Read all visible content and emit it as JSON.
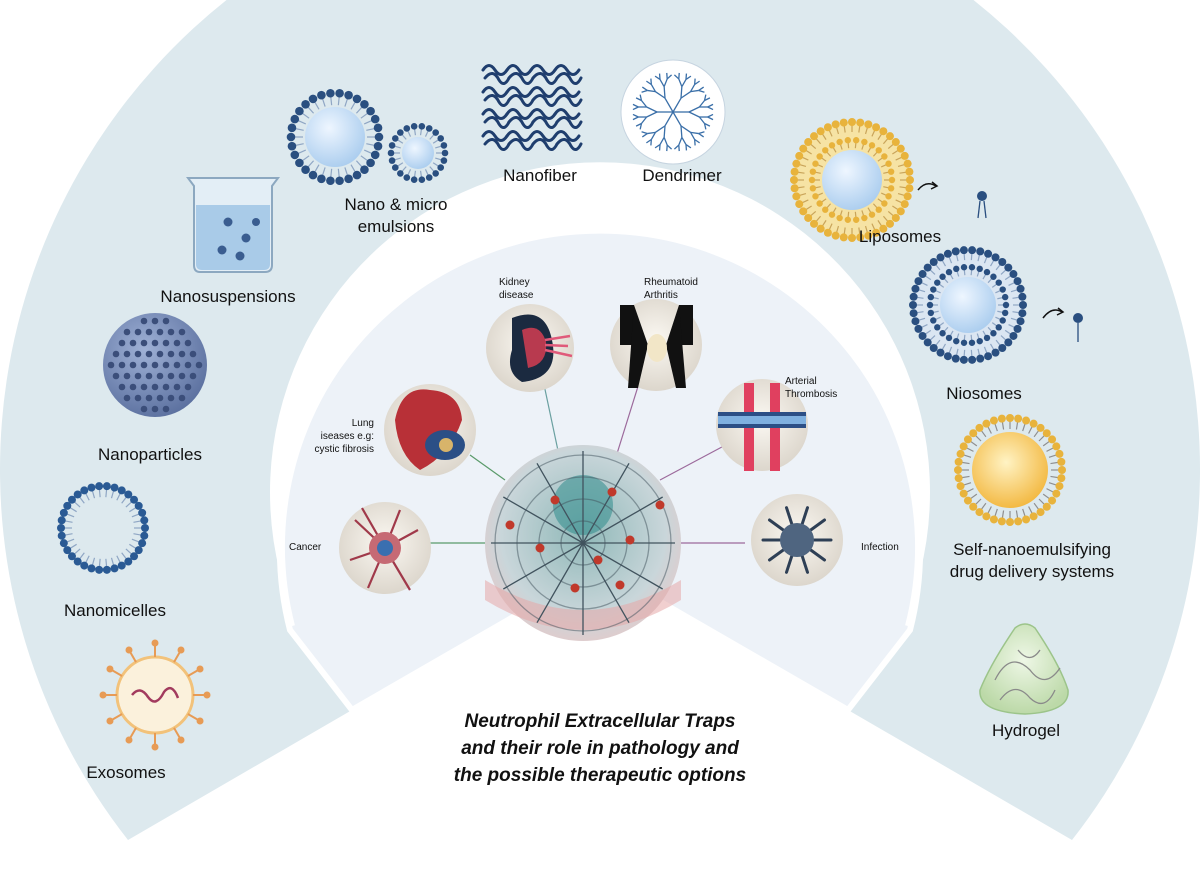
{
  "title_lines": [
    "Neutrophil Extracellular Traps",
    "and their role in pathology and",
    "the possible therapeutic options"
  ],
  "carriers": {
    "nano_micro_emulsions": [
      "Nano & micro",
      "emulsions"
    ],
    "nanofiber": "Nanofiber",
    "dendrimer": "Dendrimer",
    "liposomes": "Liposomes",
    "nanosuspensions": "Nanosuspensions",
    "niosomes": "Niosomes",
    "nanoparticles": "Nanoparticles",
    "self_nanoemulsifying": [
      "Self-nanoemulsifying",
      "drug delivery systems"
    ],
    "nanomicelles": "Nanomicelles",
    "hydrogel": "Hydrogel",
    "exosomes": "Exosomes"
  },
  "diseases": {
    "kidney": [
      "Kidney",
      "disease"
    ],
    "rheumatoid": [
      "Rheumatoid",
      "Arthritis"
    ],
    "arterial": [
      "Arterial",
      "Thrombosis"
    ],
    "lung": [
      "Lung",
      "iseases e.g:",
      "cystic fibrosis"
    ],
    "cancer": "Cancer",
    "infection": "Infection"
  },
  "icons": {
    "nano_micro_emulsions": "micelle-pair-icon",
    "nanofiber": "fiber-tangle-icon",
    "dendrimer": "dendrimer-icon",
    "liposomes": "liposome-icon",
    "nanosuspensions": "beaker-icon",
    "niosomes": "niosome-icon",
    "nanoparticles": "nanoparticle-sphere-icon",
    "self_nanoemulsifying": "sedds-droplet-icon",
    "nanomicelles": "micelle-ring-icon",
    "hydrogel": "hydrogel-icon",
    "exosomes": "exosome-icon",
    "net": "neutrophil-net-icon",
    "kidney": "kidney-icon",
    "rheumatoid": "knee-joint-icon",
    "arterial": "artery-icon",
    "lung": "lung-icon",
    "cancer": "cancer-cell-icon",
    "infection": "virus-icon"
  },
  "colors": {
    "outer_band": "#dde9ee",
    "inner_panel": "#edf2f8",
    "core_blue": "#b9d7f2",
    "lipid_head": "#2a4f80",
    "lipid_gold": "#e8b33c",
    "text": "#111111"
  }
}
